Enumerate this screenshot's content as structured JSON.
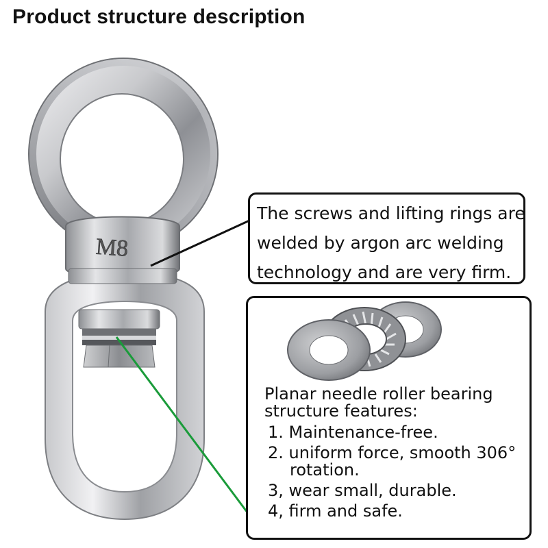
{
  "title": "Product structure description",
  "size_marking": "M8",
  "callout_top": {
    "lines": [
      "The screws and lifting rings are",
      "welded by argon arc welding",
      "technology and are very firm."
    ]
  },
  "callout_bottom": {
    "heading_lines": [
      "Planar needle roller bearing",
      "structure features:"
    ],
    "features": [
      {
        "text": "1. Maintenance-free.",
        "cont": ""
      },
      {
        "text": "2. uniform force, smooth 306°",
        "cont": "rotation."
      },
      {
        "text": "3, wear small, durable.",
        "cont": ""
      },
      {
        "text": "4, firm and safe.",
        "cont": ""
      }
    ]
  },
  "colors": {
    "metal_light": "#e9e9eb",
    "metal_mid": "#b4b6ba",
    "metal_dark": "#5f6166",
    "pointer_black": "#111111",
    "pointer_green": "#1a9b3a"
  },
  "icons": [
    "swivel-eye-bolt-icon",
    "thrust-needle-bearing-icon"
  ]
}
